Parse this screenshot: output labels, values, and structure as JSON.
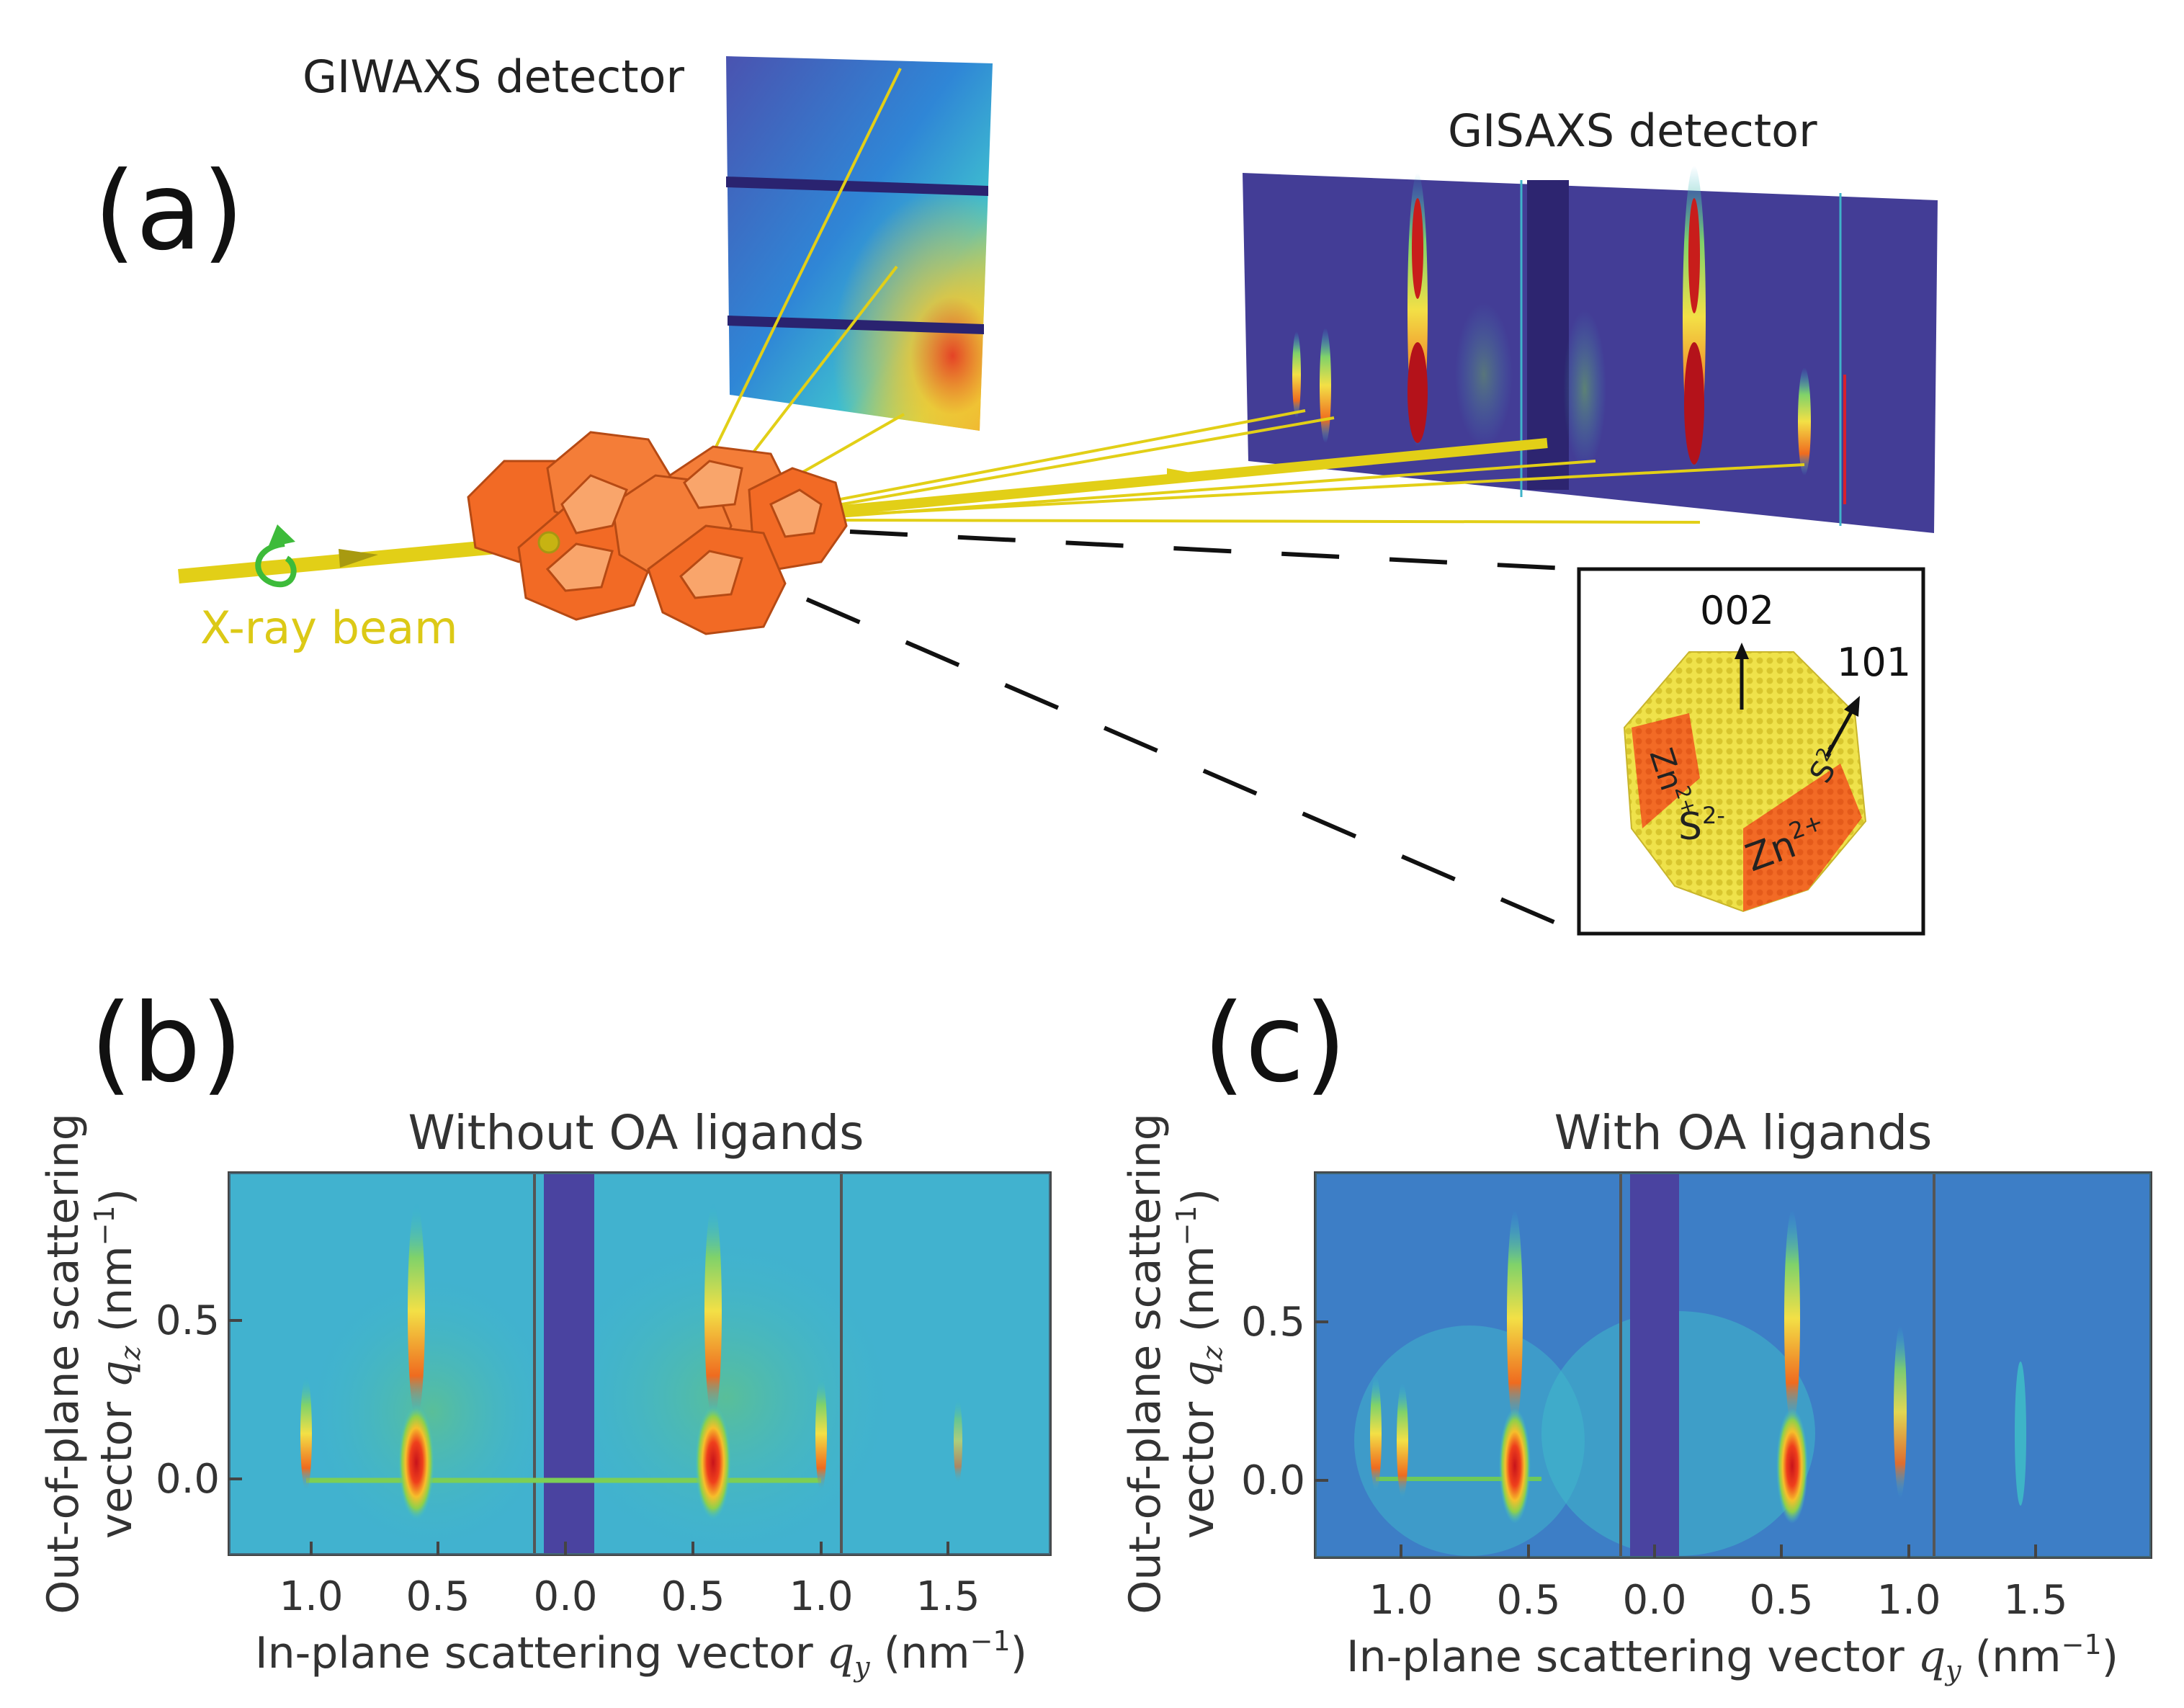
{
  "panel_a": {
    "label": "(a)",
    "giwaxs_label": "GIWAXS detector",
    "gisaxs_label": "GISAXS detector",
    "beam_label": "X-ray beam",
    "inset": {
      "arrow_002": "002",
      "arrow_101": "101",
      "facet_zn_side": "Zn",
      "facet_zn_side_sup": "2+",
      "facet_s_front": "S",
      "facet_s_front_sup": "2-",
      "facet_zn_front": "Zn",
      "facet_zn_front_sup": "2+",
      "facet_s_right": "S",
      "facet_s_right_sup": "2-"
    },
    "colors": {
      "beam": "#e2cf17",
      "nanocrystal": "#f26a25",
      "rotation_arrow": "#3dbb3a",
      "detector_bg": "#433d96",
      "inset_yellow": "#efe24a",
      "inset_orange": "#f26a25"
    }
  },
  "panel_b": {
    "label": "(b)",
    "title": "Without OA ligands",
    "ylabel_line1": "Out-of-plane scattering",
    "ylabel_line2_pre": "vector ",
    "ylabel_var": "q",
    "ylabel_sub": "z",
    "ylabel_unit": " (nm",
    "ylabel_exp": "−1",
    "ylabel_close": ")",
    "xlabel_pre": "In-plane scattering vector ",
    "xlabel_var": "q",
    "xlabel_sub": "y",
    "xlabel_unit": " (nm",
    "xlabel_exp": "−1",
    "xlabel_close": ")",
    "xticks": [
      "1.0",
      "0.5",
      "0.0",
      "0.5",
      "1.0",
      "1.5"
    ],
    "yticks": [
      "0.5",
      "0.0"
    ]
  },
  "panel_c": {
    "label": "(c)",
    "title": "With OA ligands",
    "ylabel_line1": "Out-of-plane scattering",
    "ylabel_line2_pre": "vector ",
    "ylabel_var": "q",
    "ylabel_sub": "z",
    "ylabel_unit": " (nm",
    "ylabel_exp": "−1",
    "ylabel_close": ")",
    "xlabel_pre": "In-plane scattering vector ",
    "xlabel_var": "q",
    "xlabel_sub": "y",
    "xlabel_unit": " (nm",
    "xlabel_exp": "−1",
    "xlabel_close": ")",
    "xticks": [
      "1.0",
      "0.5",
      "0.0",
      "0.5",
      "1.0",
      "1.5"
    ],
    "yticks": [
      "0.5",
      "0.0"
    ]
  }
}
